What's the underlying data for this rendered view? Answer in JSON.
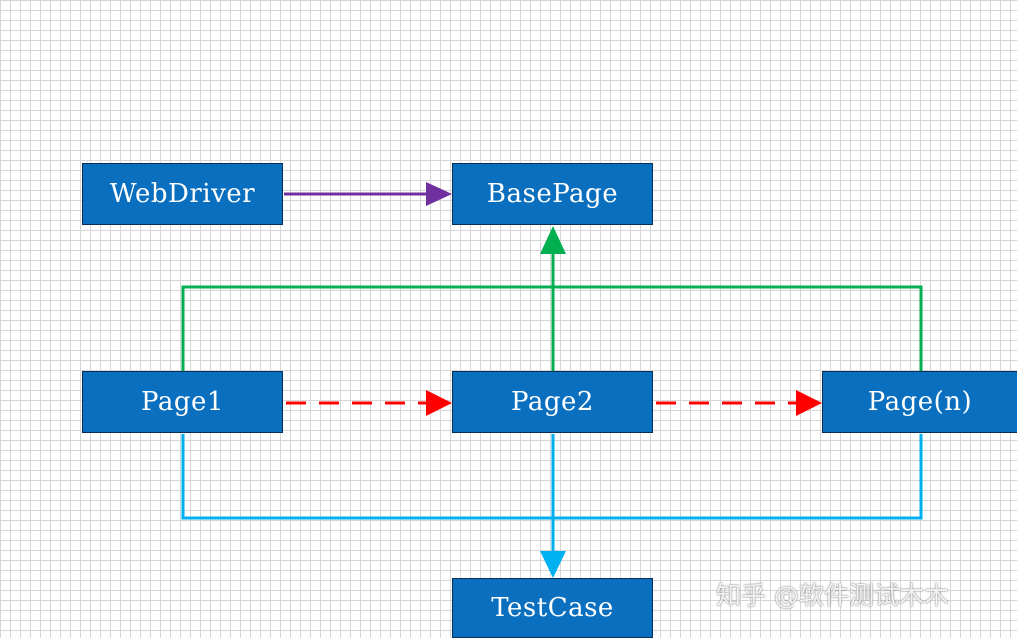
{
  "nodes": {
    "webdriver": "WebDriver",
    "basepage": "BasePage",
    "page1": "Page1",
    "page2": "Page2",
    "pagen": "Page(n)",
    "testcase": "TestCase"
  },
  "watermark": "知乎 @软件测试木木",
  "colors": {
    "node_fill": "#0a6fbe",
    "node_border": "#0b2e55",
    "arrow_purple": "#7030a0",
    "arrow_green": "#00b050",
    "arrow_red": "#ff0000",
    "arrow_blue": "#00b0f0"
  }
}
